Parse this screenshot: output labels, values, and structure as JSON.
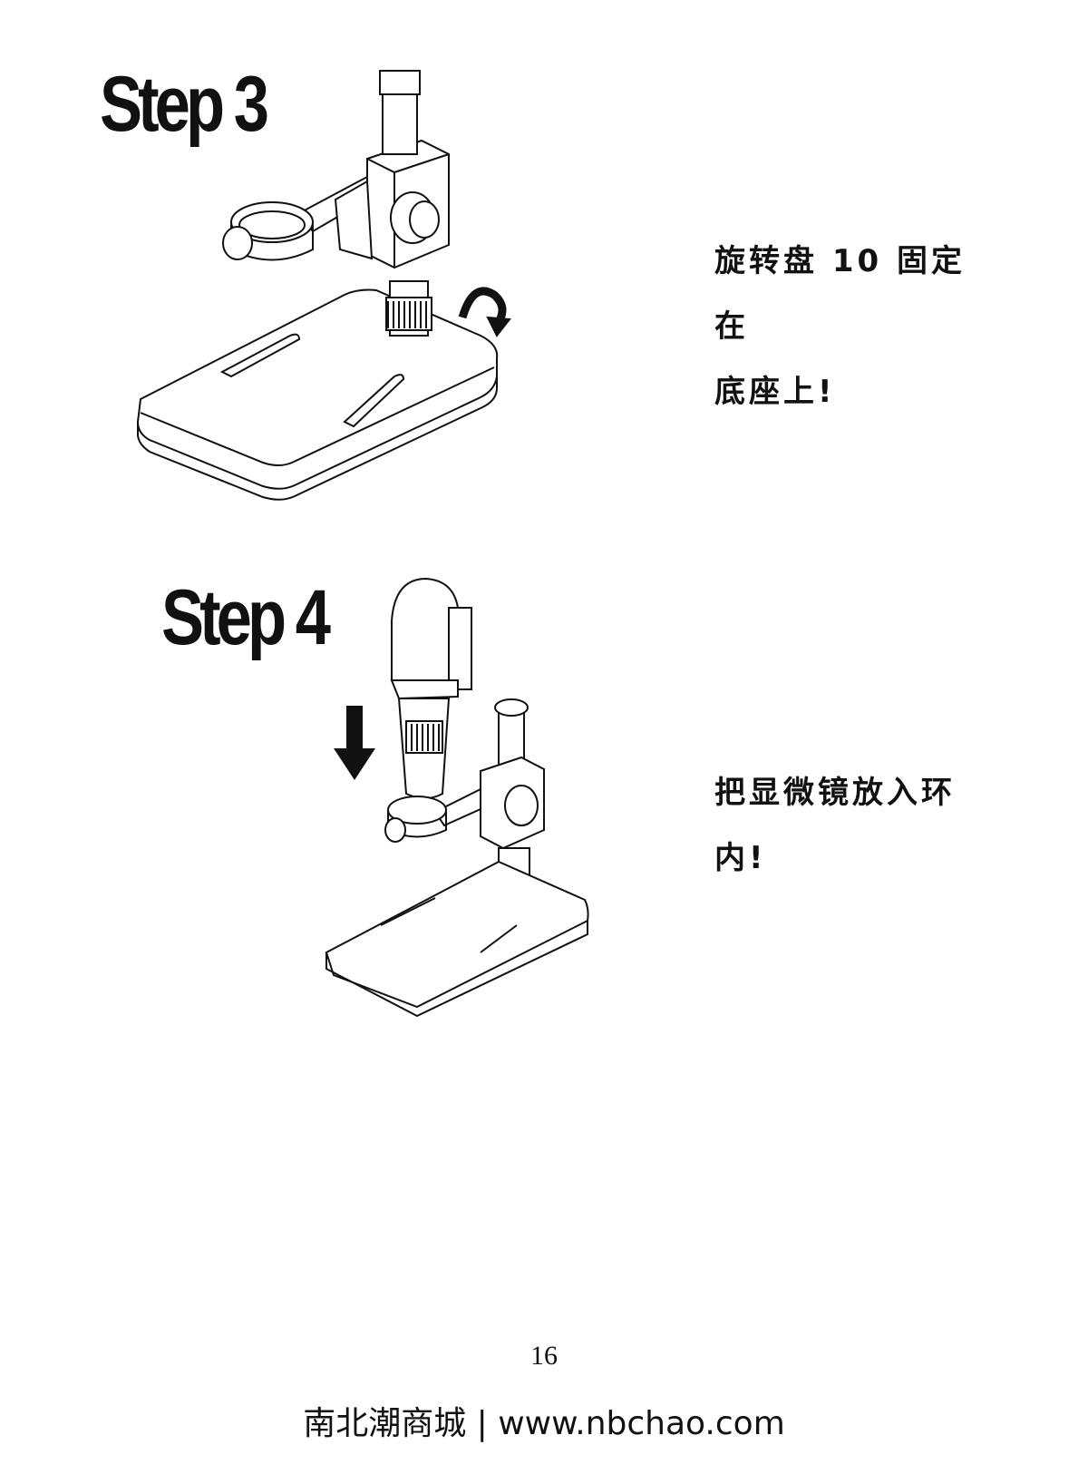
{
  "steps": [
    {
      "title": "Step 3",
      "instruction_line1": "旋转盘 10 固定在",
      "instruction_line2": "底座上!",
      "illustration": "microscope-stand-rotate-base",
      "arrow": "curved-rotate-arrow"
    },
    {
      "title": "Step 4",
      "instruction_line1": "把显微镜放入环",
      "instruction_line2": "内!",
      "illustration": "microscope-insert-into-ring",
      "arrow": "down-arrow"
    }
  ],
  "page": {
    "number": "16"
  },
  "footer": {
    "text": "南北潮商城 | www.nbchao.com"
  }
}
